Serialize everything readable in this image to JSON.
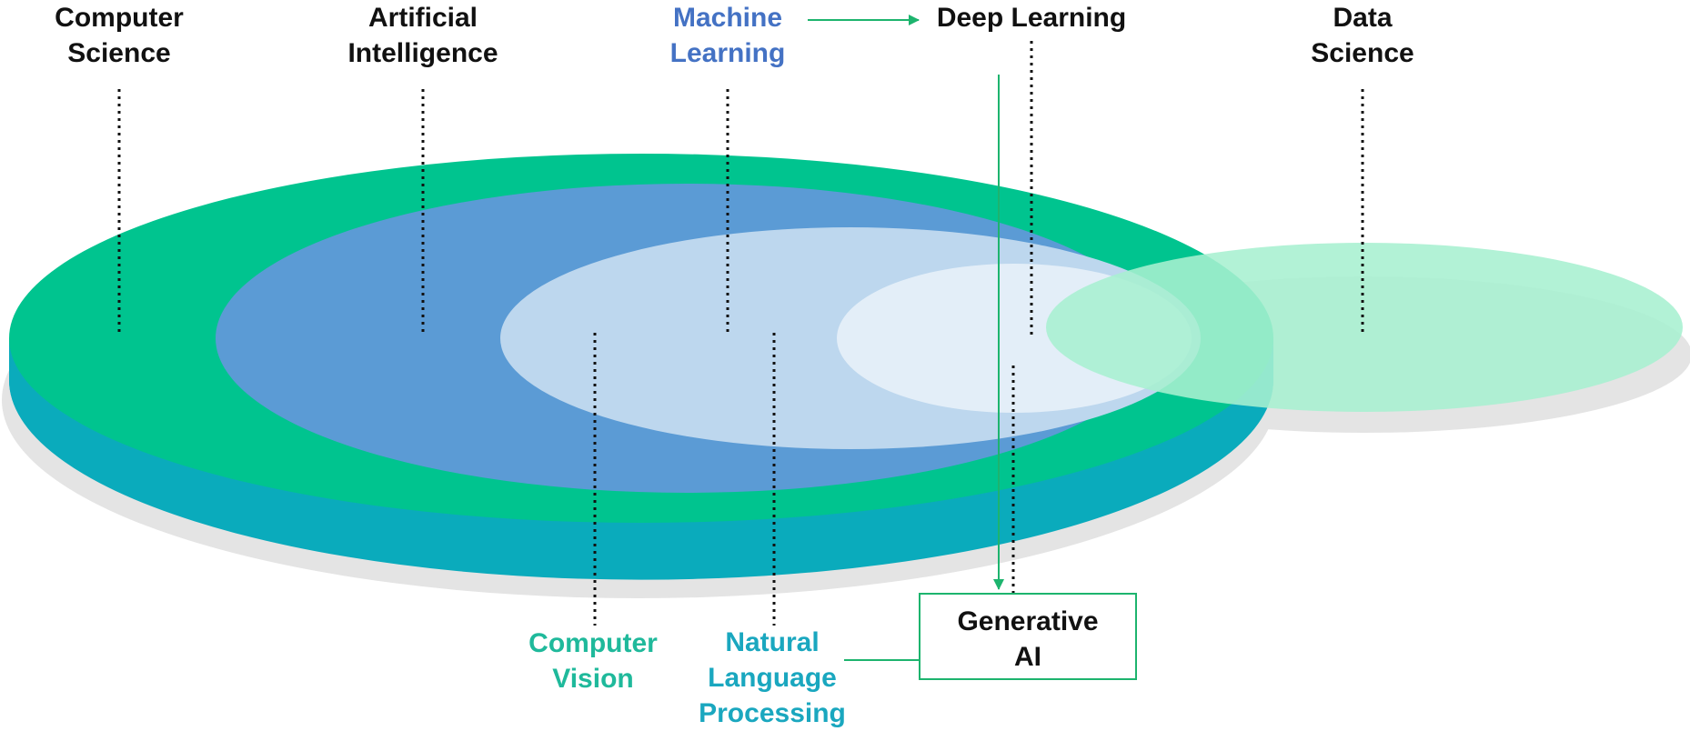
{
  "labels": {
    "computer_science": "Computer\nScience",
    "artificial_intelligence": "Artificial\nIntelligence",
    "machine_learning": "Machine\nLearning",
    "deep_learning": "Deep Learning",
    "data_science": "Data\nScience",
    "computer_vision": "Computer\nVision",
    "nlp": "Natural\nLanguage\nProcessing",
    "generative_ai": "Generative\nAI"
  },
  "colors": {
    "computer_science_disc": "#00C48F",
    "computer_science_side": "#0AABBC",
    "artificial_intelligence_disc": "#5B9BD5",
    "machine_learning_disc": "#BDD7EE",
    "deep_learning_disc": "#E3EEF8",
    "data_science_disc": "#A7F0D0",
    "shadow": "#E4E4E4",
    "arrow": "#1DB46E",
    "text_dark": "#111111",
    "text_blue": "#4472C4",
    "text_teal": "#1FB99B",
    "text_cyan": "#1AA7BF"
  }
}
